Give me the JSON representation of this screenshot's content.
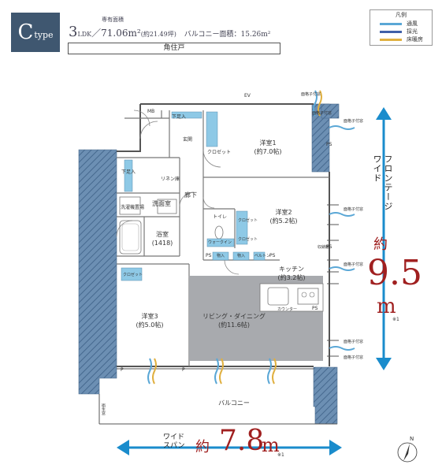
{
  "header": {
    "type_letter": "C",
    "type_word": "type",
    "area_heading": "専有面積",
    "layout_prefix": "3",
    "layout_code": "LDK",
    "area_value": "／71.06m²",
    "area_tsubo": "(約21.49坪)",
    "balcony_label": "バルコニー面積：15.26m²",
    "corner_label": "角住戸"
  },
  "legend": {
    "title": "凡例",
    "items": [
      {
        "label": "通風",
        "color": "#5aa7d6"
      },
      {
        "label": "採光",
        "color": "#4060a8"
      },
      {
        "label": "床暖房",
        "color": "#e0b040"
      }
    ]
  },
  "frontage": {
    "label_line1": "ワイド",
    "label_line2": "フロンテージ",
    "approx": "約",
    "value": "9.5",
    "unit": "m",
    "note": "※1"
  },
  "span": {
    "label_line1": "ワイド",
    "label_line2": "スパン",
    "approx": "約",
    "value": "7.8",
    "unit": "m",
    "note": "※1"
  },
  "rooms": {
    "ev": "EV",
    "mb": "MB",
    "shoes_top": "下足入",
    "closet_1": "クロゼット",
    "entrance": "玄関",
    "bed1_name": "洋室1",
    "bed1_size": "(約7.0帖)",
    "shoes_left": "下足入",
    "linen": "リネン庫",
    "washroom": "洗面室",
    "hallway": "廊下",
    "washer": "洗濯機置場",
    "bath_name": "浴室",
    "bath_size": "(1418)",
    "toilet": "トイレ",
    "closet_2a": "クロゼット",
    "closet_2b": "クロゼット",
    "bed2_name": "洋室2",
    "bed2_size": "(約5.2帖)",
    "walkin": "ウォークイン",
    "ps1": "PS",
    "storage1": "物入",
    "storage2": "物入",
    "pelmet": "ベルトン",
    "ps2": "PS",
    "kitchen_name": "キッチン",
    "kitchen_size": "(約3.2帖)",
    "closet_3": "クロゼット",
    "bed3_name": "洋室3",
    "bed3_size": "(約5.0帖)",
    "living_name": "リビング・ダイニング",
    "living_size": "(約11.6帖)",
    "counter": "カウンター",
    "ps3": "PS",
    "p1": "P",
    "p2": "P",
    "balcony": "バルコニー",
    "ps_right": "PS",
    "ps_right2": "PS",
    "window_t1": "面格子付窓",
    "window_t2": "面格子付窓",
    "window_r1": "面格子付窓",
    "window_r2": "面格子付窓",
    "window_r3": "面格子付窓",
    "window_r4": "面格子付窓",
    "window_r5": "面格子付窓",
    "rack": "収納棚",
    "sanitary": "衛生窓",
    "north": "N"
  }
}
